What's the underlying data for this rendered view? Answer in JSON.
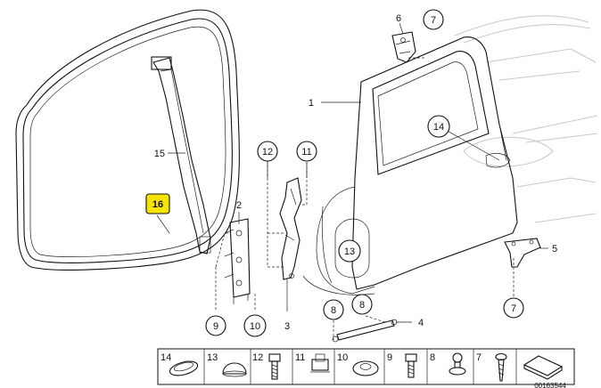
{
  "callouts": {
    "c1": "1",
    "c2": "2",
    "c3": "3",
    "c4": "4",
    "c5": "5",
    "c6": "6",
    "c7a": "7",
    "c7b": "7",
    "c8a": "8",
    "c8b": "8",
    "c9": "9",
    "c10": "10",
    "c11": "11",
    "c12": "12",
    "c13": "13",
    "c14": "14",
    "c15": "15",
    "c16": "16"
  },
  "highlight_color": "#f5e400",
  "legend": [
    {
      "num": "14",
      "icon": "plug-icon"
    },
    {
      "num": "13",
      "icon": "cap-nut-icon"
    },
    {
      "num": "12",
      "icon": "bolt-icon"
    },
    {
      "num": "11",
      "icon": "clip-nut-icon"
    },
    {
      "num": "10",
      "icon": "hex-nut-icon"
    },
    {
      "num": "9",
      "icon": "screw-icon"
    },
    {
      "num": "8",
      "icon": "ball-stud-icon"
    },
    {
      "num": "7",
      "icon": "tapping-screw-icon"
    },
    {
      "num": "",
      "icon": "shim-icon"
    }
  ],
  "diagram_id": "00163544"
}
